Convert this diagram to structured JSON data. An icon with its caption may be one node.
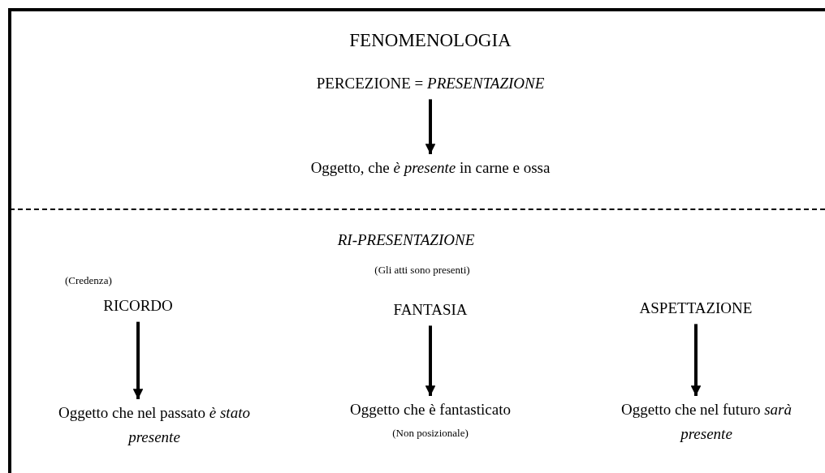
{
  "diagram": {
    "title": "FENOMENOLOGIA",
    "nodes": [
      {
        "text": [
          "PERCEZIONE = *PRESENTAZIONE*"
        ]
      },
      {
        "text": [
          "Oggetto, che *è presente* in carne e ossa"
        ]
      },
      {
        "text": [
          "RICORDO"
        ],
        "beside": [
          "(Credenza)"
        ]
      },
      {
        "text": [
          "FANTASIA"
        ]
      },
      {
        "text": [
          "ASPETTAZIONE"
        ]
      },
      {
        "text": [
          "Oggetto che nel passato *è stato presente*"
        ]
      },
      {
        "text": [
          "Oggetto che è fantasticato"
        ],
        "beside": [
          "(Non posizionale)"
        ]
      },
      {
        "text": [
          "Oggetto che nel futuro *sarà presente*"
        ]
      }
    ],
    "edges": [
      {
        "from": 0,
        "to": 1,
        "arrow": "to"
      },
      {
        "from": 2,
        "to": 5,
        "arrow": "to"
      },
      {
        "from": 3,
        "to": 6,
        "arrow": "to"
      },
      {
        "from": 4,
        "to": 7,
        "arrow": "to"
      }
    ],
    "labels": [
      "RI-PRESENTAZIONE",
      "(Gli atti sono presenti)"
    ]
  }
}
